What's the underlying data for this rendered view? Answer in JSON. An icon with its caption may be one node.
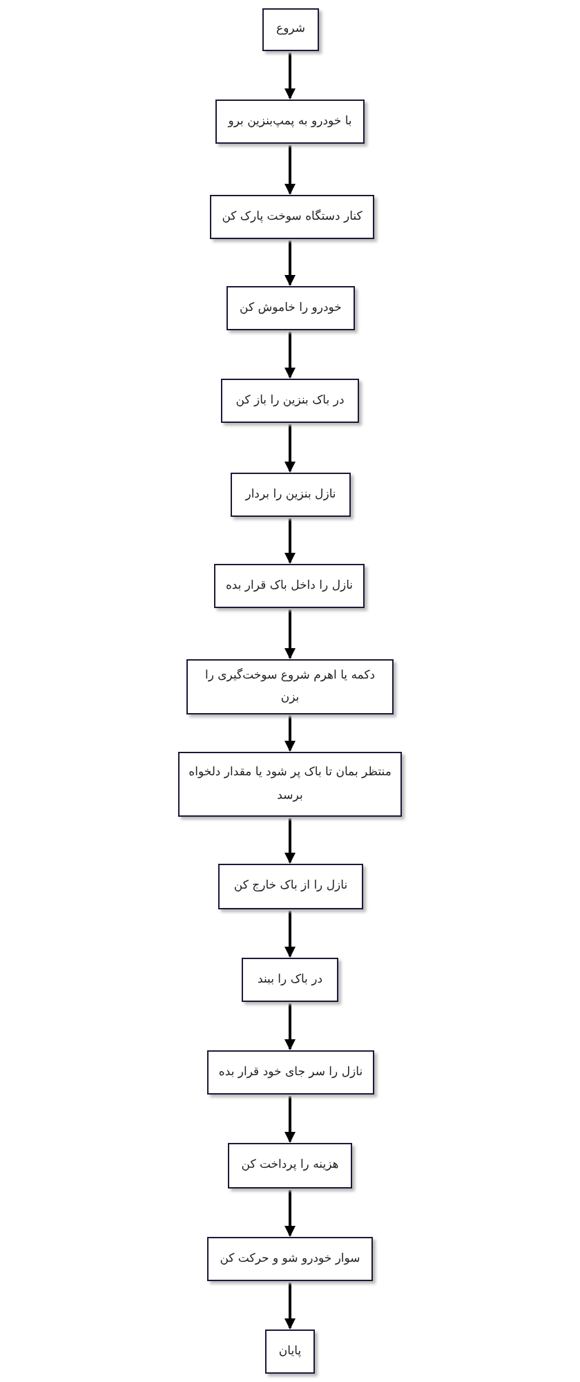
{
  "diagram": {
    "nodes": [
      {
        "text": [
          "شروع"
        ]
      },
      {
        "text": [
          "با خودرو به پمپ‌بنزین برو"
        ]
      },
      {
        "text": [
          "کنار دستگاه سوخت پارک کن"
        ]
      },
      {
        "text": [
          "خودرو را خاموش کن"
        ]
      },
      {
        "text": [
          "در باک بنزین را باز کن"
        ]
      },
      {
        "text": [
          "نازل بنزین را بردار"
        ]
      },
      {
        "text": [
          "نازل را داخل باک قرار بده"
        ]
      },
      {
        "text": [
          "دکمه یا اهرم شروع سوخت‌گیری را بزن"
        ]
      },
      {
        "text": [
          "منتظر بمان تا باک پر شود یا مقدار دلخواه برسد"
        ]
      },
      {
        "text": [
          "نازل را از باک خارج کن"
        ]
      },
      {
        "text": [
          "در باک را ببند"
        ]
      },
      {
        "text": [
          "نازل را سر جای خود قرار بده"
        ]
      },
      {
        "text": [
          "هزینه را پرداخت کن"
        ]
      },
      {
        "text": [
          "سوار خودرو شو و حرکت کن"
        ]
      },
      {
        "text": [
          "پایان"
        ]
      }
    ],
    "edges": [
      {
        "from": 0,
        "to": 1,
        "arrow": "to"
      },
      {
        "from": 1,
        "to": 2,
        "arrow": "to"
      },
      {
        "from": 2,
        "to": 3,
        "arrow": "to"
      },
      {
        "from": 3,
        "to": 4,
        "arrow": "to"
      },
      {
        "from": 4,
        "to": 5,
        "arrow": "to"
      },
      {
        "from": 5,
        "to": 6,
        "arrow": "to"
      },
      {
        "from": 6,
        "to": 7,
        "arrow": "to"
      },
      {
        "from": 7,
        "to": 8,
        "arrow": "to"
      },
      {
        "from": 8,
        "to": 9,
        "arrow": "to"
      },
      {
        "from": 9,
        "to": 10,
        "arrow": "to"
      },
      {
        "from": 10,
        "to": 11,
        "arrow": "to"
      },
      {
        "from": 11,
        "to": 12,
        "arrow": "to"
      },
      {
        "from": 12,
        "to": 13,
        "arrow": "to"
      },
      {
        "from": 13,
        "to": 14,
        "arrow": "to"
      }
    ]
  }
}
